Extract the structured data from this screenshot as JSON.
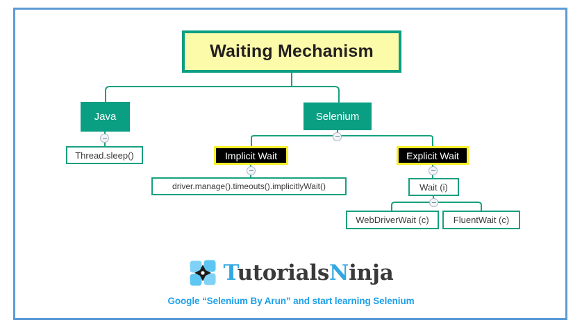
{
  "diagram": {
    "title": "Waiting Mechanism",
    "nodes": {
      "root": "Waiting Mechanism",
      "java": "Java",
      "selenium": "Selenium",
      "thread_sleep": "Thread.sleep()",
      "implicit_wait": "Implicit Wait",
      "explicit_wait": "Explicit Wait",
      "implicitly_wait_call": "driver.manage().timeouts().implicitlyWait()",
      "wait_interface": "Wait (i)",
      "webdriverwait": "WebDriverWait (c)",
      "fluentwait": "FluentWait (c)"
    },
    "collapse_icon": "minus-circle-icon",
    "colors": {
      "frame_blue": "#5b9bd5",
      "title_fill": "#fbfbaa",
      "teal": "#0a9e82",
      "highlight_border": "#f8ef2b",
      "highlight_fill": "#000000",
      "connector": "#18a07f",
      "footer_blue": "#1ca0e8",
      "logo_blue": "#35a8e0"
    }
  },
  "branding": {
    "logo_icon": "ninja-star-logo-icon",
    "logo_text_part1": "T",
    "logo_text_part2": "utorials",
    "logo_text_part3": "N",
    "logo_text_part4": "inja",
    "footer_text": "Google “Selenium By Arun” and start learning Selenium"
  }
}
